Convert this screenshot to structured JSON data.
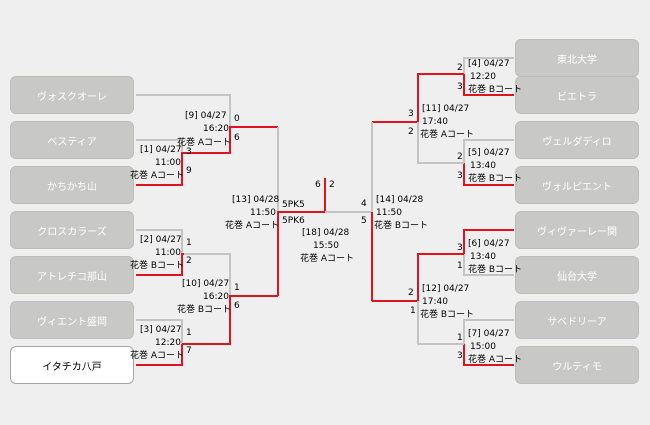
{
  "teams": {
    "left": [
      "ヴォスクオーレ",
      "ベスティア",
      "かちかち山",
      "クロスカラーズ",
      "アトレチコ那山",
      "ヴィエント盛岡",
      "イタチカ八戸"
    ],
    "right": [
      "東北大学",
      "ビエトラ",
      "ヴェルダディロ",
      "ヴォルピエント",
      "ヴィヴァーレー関",
      "仙台大学",
      "サベドリーア",
      "ウルティモ"
    ]
  },
  "matches": {
    "m1": {
      "num": "[1] 04/27",
      "time": "11:00",
      "venue": "花巻 Aコート",
      "score_top": "3",
      "score_bottom": "9"
    },
    "m2": {
      "num": "[2] 04/27",
      "time": "11:00",
      "venue": "花巻 Bコート",
      "score_top": "1",
      "score_bottom": "2"
    },
    "m3": {
      "num": "[3] 04/27",
      "time": "12:20",
      "venue": "花巻 Aコート",
      "score_top": "1",
      "score_bottom": "7"
    },
    "m4": {
      "num": "[4] 04/27",
      "time": "12:20",
      "venue": "花巻 Bコート",
      "score_top": "2",
      "score_bottom": "3"
    },
    "m5": {
      "num": "[5] 04/27",
      "time": "13:40",
      "venue": "花巻 Bコート",
      "score_top": "2",
      "score_bottom": "3"
    },
    "m6": {
      "num": "[6] 04/27",
      "time": "13:40",
      "venue": "花巻 Bコート",
      "score_top": "3",
      "score_bottom": "1"
    },
    "m7": {
      "num": "[7] 04/27",
      "time": "15:00",
      "venue": "花巻 Aコート",
      "score_top": "1",
      "score_bottom": "3"
    },
    "m9": {
      "num": "[9] 04/27",
      "time": "16:20",
      "venue": "花巻 Aコート",
      "score_top": "0",
      "score_bottom": "6"
    },
    "m10": {
      "num": "[10] 04/27",
      "time": "16:20",
      "venue": "花巻 Bコート",
      "score_top": "1",
      "score_bottom": "6"
    },
    "m11": {
      "num": "[11] 04/27",
      "time": "17:40",
      "venue": "花巻 Aコート",
      "score_top": "3",
      "score_bottom": "2"
    },
    "m12": {
      "num": "[12] 04/27",
      "time": "17:40",
      "venue": "花巻 Bコート",
      "score_top": "2",
      "score_bottom": "1"
    },
    "m13": {
      "num": "[13] 04/28",
      "time": "11:50",
      "venue": "花巻 Aコート",
      "score_top": "5PK5",
      "score_bottom": "5PK6"
    },
    "m14": {
      "num": "[14] 04/28",
      "time": "11:50",
      "venue": "花巻 Bコート",
      "score_top": "4",
      "score_bottom": "5"
    },
    "m18": {
      "num": "[18] 04/28",
      "time": "15:50",
      "venue": "花巻 Aコート",
      "score_left": "6",
      "score_right": "2"
    }
  },
  "colors": {
    "winner_line": "#e0141e",
    "loser_line": "#c4c4c4",
    "team_box": "#c8c9c7",
    "background": "#efefef"
  }
}
